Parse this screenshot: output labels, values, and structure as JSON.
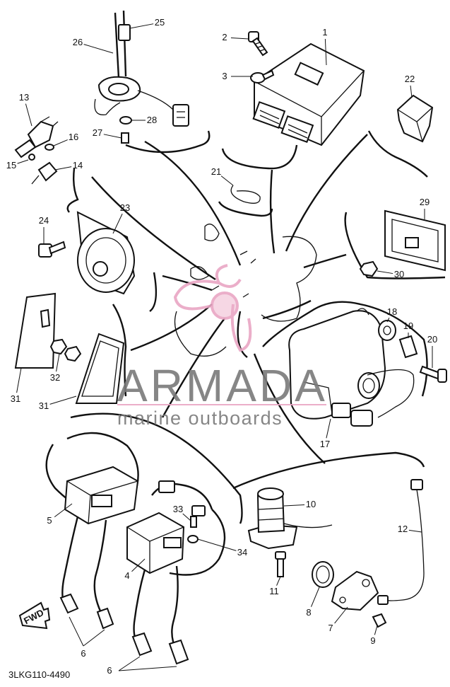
{
  "callouts": [
    {
      "num": "1",
      "name": "ecu"
    },
    {
      "num": "2",
      "name": "bolt"
    },
    {
      "num": "3",
      "name": "screw"
    },
    {
      "num": "4",
      "name": "ignition-coil"
    },
    {
      "num": "5",
      "name": "ignition-coil"
    },
    {
      "num": "6",
      "name": "spark-plug-cap"
    },
    {
      "num": "6",
      "name": "spark-plug-cap"
    },
    {
      "num": "7",
      "name": "sensor-plate"
    },
    {
      "num": "8",
      "name": "o-ring"
    },
    {
      "num": "9",
      "name": "bolt"
    },
    {
      "num": "10",
      "name": "solenoid"
    },
    {
      "num": "11",
      "name": "bolt"
    },
    {
      "num": "12",
      "name": "lead-wire"
    },
    {
      "num": "13",
      "name": "switch"
    },
    {
      "num": "14",
      "name": "sender"
    },
    {
      "num": "15",
      "name": "screw"
    },
    {
      "num": "16",
      "name": "clip"
    },
    {
      "num": "17",
      "name": "actuator"
    },
    {
      "num": "18",
      "name": "grommet"
    },
    {
      "num": "19",
      "name": "collar"
    },
    {
      "num": "20",
      "name": "bolt"
    },
    {
      "num": "21",
      "name": "band"
    },
    {
      "num": "22",
      "name": "relay"
    },
    {
      "num": "23",
      "name": "horn"
    },
    {
      "num": "24",
      "name": "bolt"
    },
    {
      "num": "25",
      "name": "sensor-lead"
    },
    {
      "num": "26",
      "name": "sensor"
    },
    {
      "num": "27",
      "name": "screw"
    },
    {
      "num": "28",
      "name": "washer"
    },
    {
      "num": "29",
      "name": "reflector"
    },
    {
      "num": "30",
      "name": "nut"
    },
    {
      "num": "31",
      "name": "reflector"
    },
    {
      "num": "31",
      "name": "reflector"
    },
    {
      "num": "32",
      "name": "nut"
    },
    {
      "num": "33",
      "name": "screw"
    },
    {
      "num": "34",
      "name": "washer"
    }
  ],
  "fwd_label": "FWD",
  "diagram_code": "3LKG110-4490",
  "watermark": {
    "brand": "ARMADA",
    "tagline": "marine outboards",
    "color": "#e9a6c4"
  }
}
